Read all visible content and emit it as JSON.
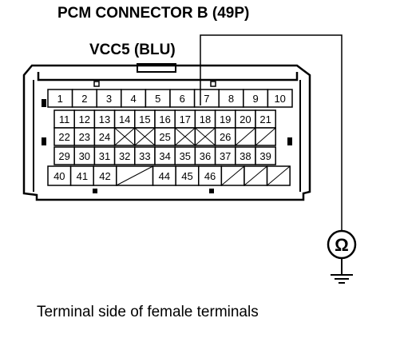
{
  "title": "PCM CONNECTOR B (49P)",
  "wire_label": "VCC5 (BLU)",
  "caption": "Terminal side of female terminals",
  "meter_symbol": "Ω",
  "connector": {
    "rows": [
      [
        "1",
        "2",
        "3",
        "4",
        "5",
        "6",
        "7",
        "8",
        "9",
        "10"
      ],
      [
        "11",
        "12",
        "13",
        "14",
        "15",
        "16",
        "17",
        "18",
        "19",
        "20",
        "21"
      ],
      [
        "22",
        "23",
        "24",
        "",
        "",
        "25",
        "",
        "",
        "26",
        "",
        ""
      ],
      [
        "29",
        "30",
        "31",
        "32",
        "33",
        "34",
        "35",
        "36",
        "37",
        "38",
        "39"
      ],
      [
        "40",
        "41",
        "42",
        "",
        "44",
        "45",
        "46",
        "",
        "",
        ""
      ]
    ],
    "probed_terminal": "7"
  },
  "icons": [
    "ohmmeter-icon",
    "ground-icon"
  ]
}
